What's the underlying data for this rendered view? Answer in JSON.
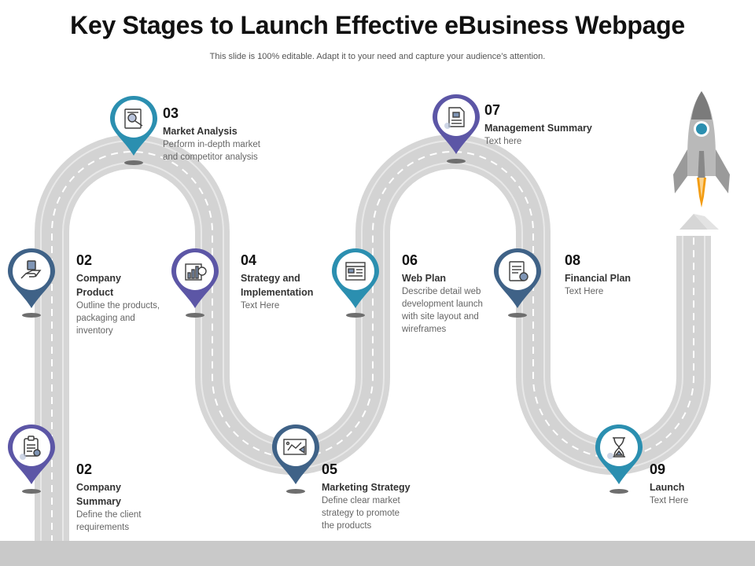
{
  "slide": {
    "title": "Key Stages to Launch Effective eBusiness Webpage",
    "subtitle": "This slide is 100% editable. Adapt it to your need and capture your audience’s attention."
  },
  "colors": {
    "road": "#d6d6d6",
    "road_dash": "#ffffff",
    "pin_teal": "#2b8fb0",
    "pin_purple": "#5c56a6",
    "pin_slate": "#3f6287",
    "rocket_body": "#b9b9b9",
    "flame": "#f39c12",
    "footer": "#c9c9c9"
  },
  "stages": [
    {
      "num": "02",
      "title": "Company Summary",
      "desc": "Define the client requirements",
      "icon": "clipboard-icon"
    },
    {
      "num": "02",
      "title": "Company Product",
      "desc": "Outline the products, packaging and inventory",
      "icon": "hand-product-icon"
    },
    {
      "num": "03",
      "title": "Market Analysis",
      "desc": "Perform in-depth market and competitor analysis",
      "icon": "market-analysis-icon"
    },
    {
      "num": "04",
      "title": "Strategy and Implementation",
      "desc": "Text Here",
      "icon": "strategy-chart-icon"
    },
    {
      "num": "05",
      "title": "Marketing Strategy",
      "desc": "Define clear market strategy to promote the products",
      "icon": "marketing-board-icon"
    },
    {
      "num": "06",
      "title": "Web Plan",
      "desc": "Describe detail web development launch with site layout and wireframes",
      "icon": "web-layout-icon"
    },
    {
      "num": "07",
      "title": "Management Summary",
      "desc": "Text here",
      "icon": "document-lock-icon"
    },
    {
      "num": "08",
      "title": "Financial Plan",
      "desc": "Text Here",
      "icon": "financial-report-icon"
    },
    {
      "num": "09",
      "title": "Launch",
      "desc": "Text Here",
      "icon": "hourglass-icon"
    }
  ]
}
